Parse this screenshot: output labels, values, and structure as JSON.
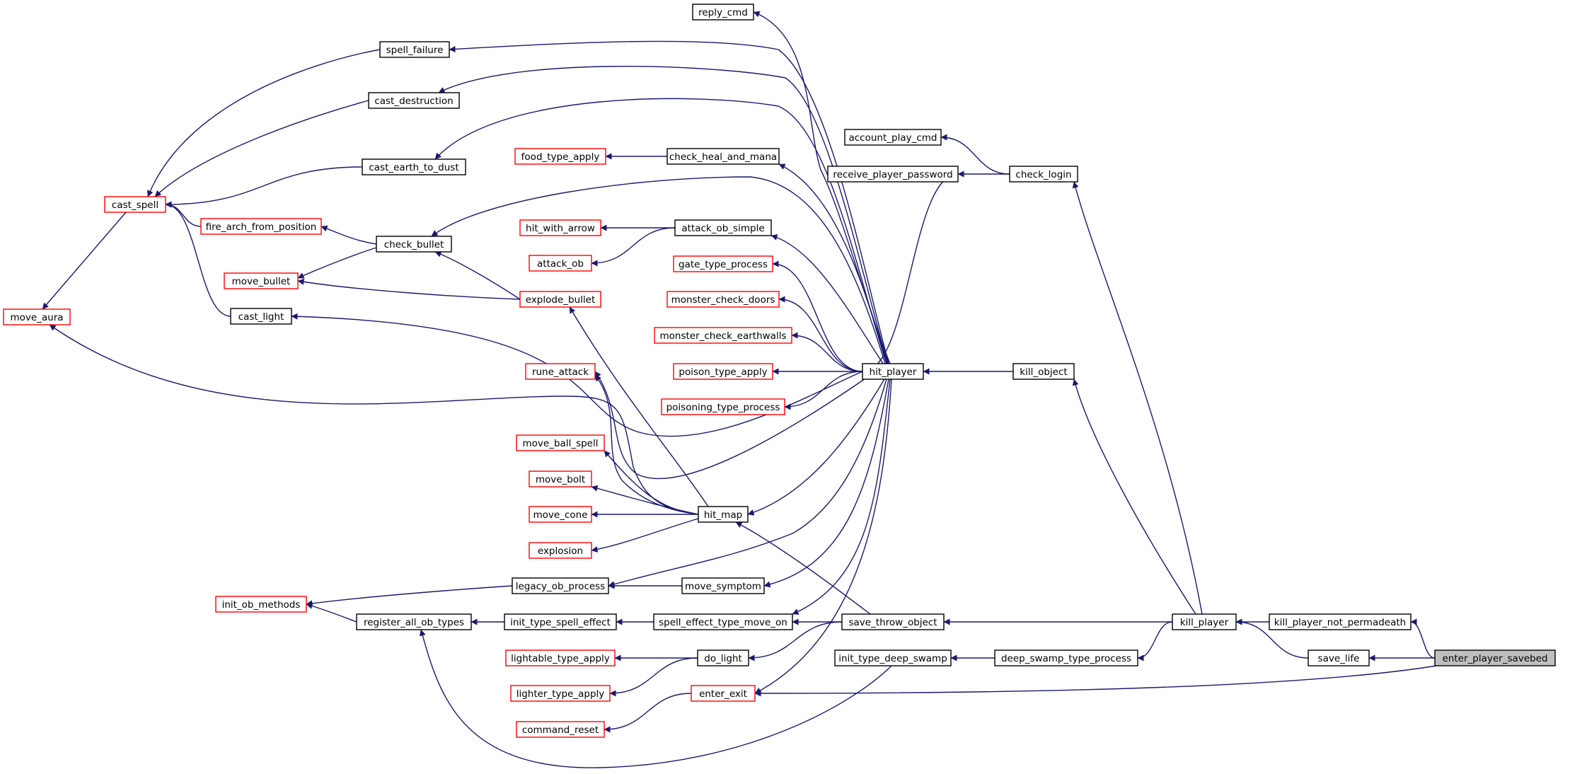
{
  "colors": {
    "edge": "#191970",
    "border_ok": "#000000",
    "border_incomplete": "#ff0000",
    "root_fill": "#bfbfbf",
    "background": "#ffffff"
  },
  "nodes": {
    "reply_cmd": {
      "label": "reply_cmd",
      "status": "normal"
    },
    "spell_failure": {
      "label": "spell_failure",
      "status": "normal"
    },
    "cast_destruction": {
      "label": "cast_destruction",
      "status": "normal"
    },
    "cast_earth_to_dust": {
      "label": "cast_earth_to_dust",
      "status": "normal"
    },
    "cast_spell": {
      "label": "cast_spell",
      "status": "incomplete"
    },
    "fire_arch_from_position": {
      "label": "fire_arch_from_position",
      "status": "incomplete"
    },
    "check_bullet": {
      "label": "check_bullet",
      "status": "normal"
    },
    "move_bullet": {
      "label": "move_bullet",
      "status": "incomplete"
    },
    "cast_light": {
      "label": "cast_light",
      "status": "normal"
    },
    "move_aura": {
      "label": "move_aura",
      "status": "incomplete"
    },
    "food_type_apply": {
      "label": "food_type_apply",
      "status": "incomplete"
    },
    "check_heal_and_mana": {
      "label": "check_heal_and_mana",
      "status": "normal"
    },
    "hit_with_arrow": {
      "label": "hit_with_arrow",
      "status": "incomplete"
    },
    "attack_ob_simple": {
      "label": "attack_ob_simple",
      "status": "normal"
    },
    "attack_ob": {
      "label": "attack_ob",
      "status": "incomplete"
    },
    "gate_type_process": {
      "label": "gate_type_process",
      "status": "incomplete"
    },
    "explode_bullet": {
      "label": "explode_bullet",
      "status": "incomplete"
    },
    "monster_check_doors": {
      "label": "monster_check_doors",
      "status": "incomplete"
    },
    "monster_check_earthwalls": {
      "label": "monster_check_earthwalls",
      "status": "incomplete"
    },
    "poison_type_apply": {
      "label": "poison_type_apply",
      "status": "incomplete"
    },
    "poisoning_type_process": {
      "label": "poisoning_type_process",
      "status": "incomplete"
    },
    "rune_attack": {
      "label": "rune_attack",
      "status": "incomplete"
    },
    "move_ball_spell": {
      "label": "move_ball_spell",
      "status": "incomplete"
    },
    "move_bolt": {
      "label": "move_bolt",
      "status": "incomplete"
    },
    "move_cone": {
      "label": "move_cone",
      "status": "incomplete"
    },
    "explosion": {
      "label": "explosion",
      "status": "incomplete"
    },
    "hit_map": {
      "label": "hit_map",
      "status": "normal"
    },
    "legacy_ob_process": {
      "label": "legacy_ob_process",
      "status": "normal"
    },
    "move_symptom": {
      "label": "move_symptom",
      "status": "normal"
    },
    "init_ob_methods": {
      "label": "init_ob_methods",
      "status": "incomplete"
    },
    "register_all_ob_types": {
      "label": "register_all_ob_types",
      "status": "normal"
    },
    "init_type_spell_effect": {
      "label": "init_type_spell_effect",
      "status": "normal"
    },
    "spell_effect_type_move_on": {
      "label": "spell_effect_type_move_on",
      "status": "normal"
    },
    "lightable_type_apply": {
      "label": "lightable_type_apply",
      "status": "incomplete"
    },
    "do_light": {
      "label": "do_light",
      "status": "normal"
    },
    "lighter_type_apply": {
      "label": "lighter_type_apply",
      "status": "incomplete"
    },
    "enter_exit": {
      "label": "enter_exit",
      "status": "incomplete"
    },
    "command_reset": {
      "label": "command_reset",
      "status": "incomplete"
    },
    "account_play_cmd": {
      "label": "account_play_cmd",
      "status": "normal"
    },
    "receive_player_password": {
      "label": "receive_player_password",
      "status": "normal"
    },
    "check_login": {
      "label": "check_login",
      "status": "normal"
    },
    "hit_player": {
      "label": "hit_player",
      "status": "normal"
    },
    "kill_object": {
      "label": "kill_object",
      "status": "normal"
    },
    "save_throw_object": {
      "label": "save_throw_object",
      "status": "normal"
    },
    "init_type_deep_swamp": {
      "label": "init_type_deep_swamp",
      "status": "normal"
    },
    "deep_swamp_type_process": {
      "label": "deep_swamp_type_process",
      "status": "normal"
    },
    "kill_player": {
      "label": "kill_player",
      "status": "normal"
    },
    "kill_player_not_permadeath": {
      "label": "kill_player_not_permadeath",
      "status": "normal"
    },
    "save_life": {
      "label": "save_life",
      "status": "normal"
    },
    "enter_player_savebed": {
      "label": "enter_player_savebed",
      "status": "root"
    }
  },
  "edges": [
    [
      "spell_failure",
      "cast_spell"
    ],
    [
      "cast_destruction",
      "cast_spell"
    ],
    [
      "cast_earth_to_dust",
      "cast_spell"
    ],
    [
      "fire_arch_from_position",
      "cast_spell"
    ],
    [
      "cast_light",
      "cast_spell"
    ],
    [
      "cast_spell",
      "move_aura"
    ],
    [
      "check_bullet",
      "fire_arch_from_position"
    ],
    [
      "check_bullet",
      "move_bullet"
    ],
    [
      "explode_bullet",
      "check_bullet"
    ],
    [
      "explode_bullet",
      "move_bullet"
    ],
    [
      "check_heal_and_mana",
      "food_type_apply"
    ],
    [
      "attack_ob_simple",
      "hit_with_arrow"
    ],
    [
      "attack_ob_simple",
      "attack_ob"
    ],
    [
      "hit_player",
      "reply_cmd"
    ],
    [
      "hit_player",
      "spell_failure"
    ],
    [
      "hit_player",
      "cast_destruction"
    ],
    [
      "hit_player",
      "cast_earth_to_dust"
    ],
    [
      "hit_player",
      "check_heal_and_mana"
    ],
    [
      "hit_player",
      "check_bullet"
    ],
    [
      "hit_player",
      "attack_ob_simple"
    ],
    [
      "hit_player",
      "gate_type_process"
    ],
    [
      "hit_player",
      "monster_check_doors"
    ],
    [
      "hit_player",
      "monster_check_earthwalls"
    ],
    [
      "hit_player",
      "poison_type_apply"
    ],
    [
      "hit_player",
      "poisoning_type_process"
    ],
    [
      "hit_player",
      "rune_attack"
    ],
    [
      "hit_player",
      "cast_light"
    ],
    [
      "hit_player",
      "hit_map"
    ],
    [
      "hit_player",
      "legacy_ob_process"
    ],
    [
      "hit_player",
      "move_symptom"
    ],
    [
      "hit_player",
      "spell_effect_type_move_on"
    ],
    [
      "hit_player",
      "enter_exit"
    ],
    [
      "hit_map",
      "explode_bullet"
    ],
    [
      "hit_map",
      "rune_attack"
    ],
    [
      "hit_map",
      "move_ball_spell"
    ],
    [
      "hit_map",
      "move_bolt"
    ],
    [
      "hit_map",
      "move_cone"
    ],
    [
      "hit_map",
      "explosion"
    ],
    [
      "hit_map",
      "move_aura"
    ],
    [
      "legacy_ob_process",
      "init_ob_methods"
    ],
    [
      "move_symptom",
      "legacy_ob_process"
    ],
    [
      "register_all_ob_types",
      "init_ob_methods"
    ],
    [
      "init_type_spell_effect",
      "register_all_ob_types"
    ],
    [
      "spell_effect_type_move_on",
      "init_type_spell_effect"
    ],
    [
      "save_throw_object",
      "hit_map"
    ],
    [
      "save_throw_object",
      "spell_effect_type_move_on"
    ],
    [
      "save_throw_object",
      "do_light"
    ],
    [
      "do_light",
      "lightable_type_apply"
    ],
    [
      "do_light",
      "lighter_type_apply"
    ],
    [
      "enter_exit",
      "command_reset"
    ],
    [
      "init_type_deep_swamp",
      "register_all_ob_types"
    ],
    [
      "deep_swamp_type_process",
      "init_type_deep_swamp"
    ],
    [
      "check_login",
      "account_play_cmd"
    ],
    [
      "check_login",
      "receive_player_password"
    ],
    [
      "receive_player_password",
      "hit_player"
    ],
    [
      "kill_object",
      "hit_player"
    ],
    [
      "kill_player",
      "save_throw_object"
    ],
    [
      "kill_player",
      "deep_swamp_type_process"
    ],
    [
      "kill_player",
      "kill_object"
    ],
    [
      "kill_player",
      "check_login"
    ],
    [
      "kill_player_not_permadeath",
      "kill_player"
    ],
    [
      "save_life",
      "kill_player"
    ],
    [
      "enter_player_savebed",
      "kill_player_not_permadeath"
    ],
    [
      "enter_player_savebed",
      "save_life"
    ],
    [
      "enter_player_savebed",
      "enter_exit"
    ]
  ]
}
